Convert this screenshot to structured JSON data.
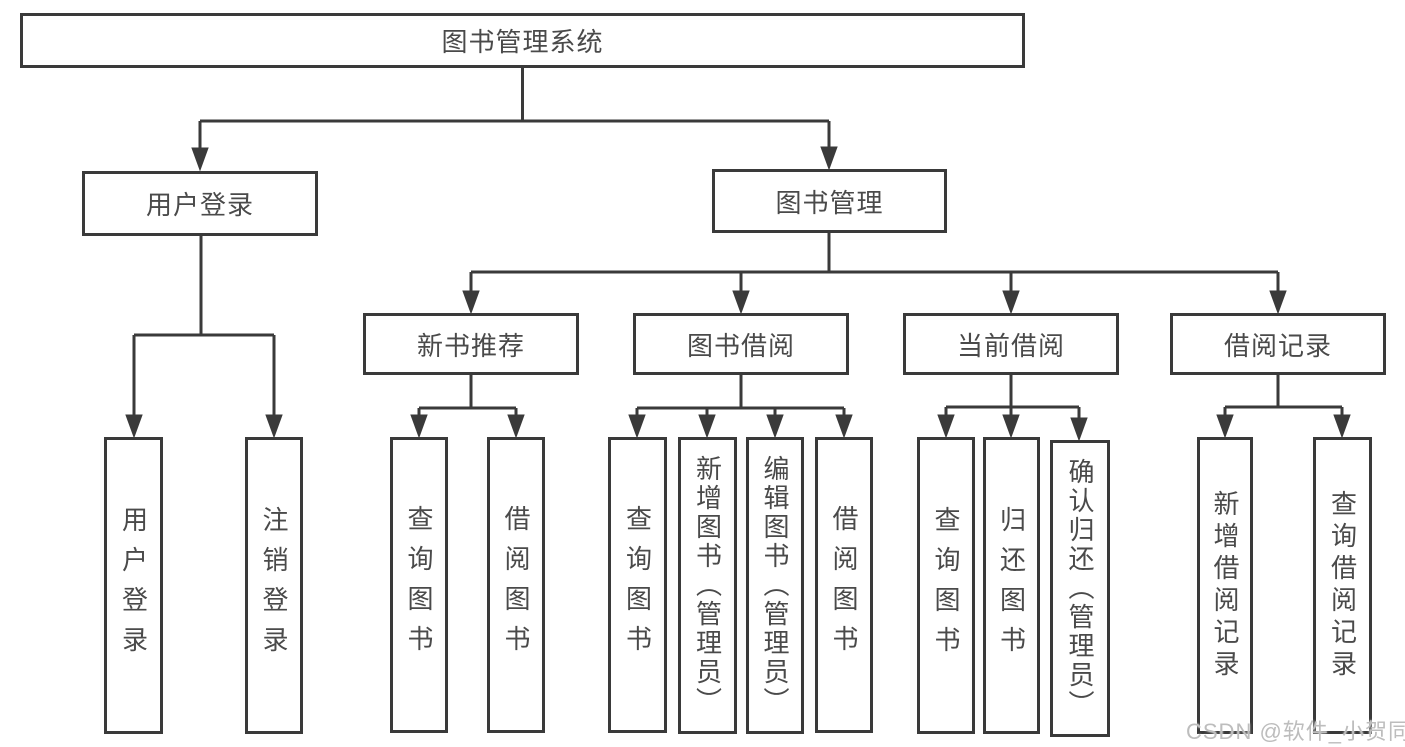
{
  "tree": {
    "root": {
      "label": "图书管理系统"
    },
    "branches": [
      {
        "label": "用户登录",
        "children": [
          {
            "label": "用户登录"
          },
          {
            "label": "注销登录"
          }
        ]
      },
      {
        "label": "图书管理",
        "children": [
          {
            "label": "新书推荐",
            "children": [
              {
                "label": "查询图书"
              },
              {
                "label": "借阅图书"
              }
            ]
          },
          {
            "label": "图书借阅",
            "children": [
              {
                "label": "查询图书"
              },
              {
                "label": "新增图书（管理员）"
              },
              {
                "label": "编辑图书（管理员）"
              },
              {
                "label": "借阅图书"
              }
            ]
          },
          {
            "label": "当前借阅",
            "children": [
              {
                "label": "查询图书"
              },
              {
                "label": "归还图书"
              },
              {
                "label": "确认归还（管理员）"
              }
            ]
          },
          {
            "label": "借阅记录",
            "children": [
              {
                "label": "新增借阅记录"
              },
              {
                "label": "查询借阅记录"
              }
            ]
          }
        ]
      }
    ]
  },
  "watermark": "CSDN @软件_小贺同学",
  "colors": {
    "line": "#3a3a3a",
    "text": "#4a4a4a",
    "background": "#ffffff",
    "watermark": "#bdbdbd"
  }
}
